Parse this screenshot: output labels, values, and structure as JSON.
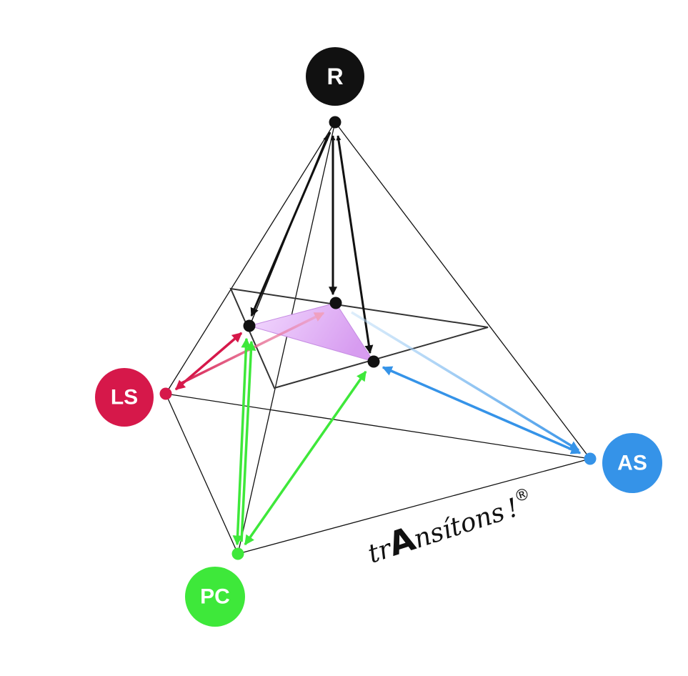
{
  "nodes": {
    "r": {
      "label": "R",
      "color": "#111111"
    },
    "ls": {
      "label": "LS",
      "color": "#d6184a"
    },
    "as": {
      "label": "AS",
      "color": "#3593e8"
    },
    "pc": {
      "label": "PC",
      "color": "#3ee83a"
    }
  },
  "logo": {
    "pre": "tr",
    "emph": "A",
    "post": "nsítons",
    "suffix": "!",
    "mark": "®"
  },
  "colors": {
    "triangle_fill": "#dba6f2",
    "edge": "#111111",
    "plane": "#333333"
  }
}
